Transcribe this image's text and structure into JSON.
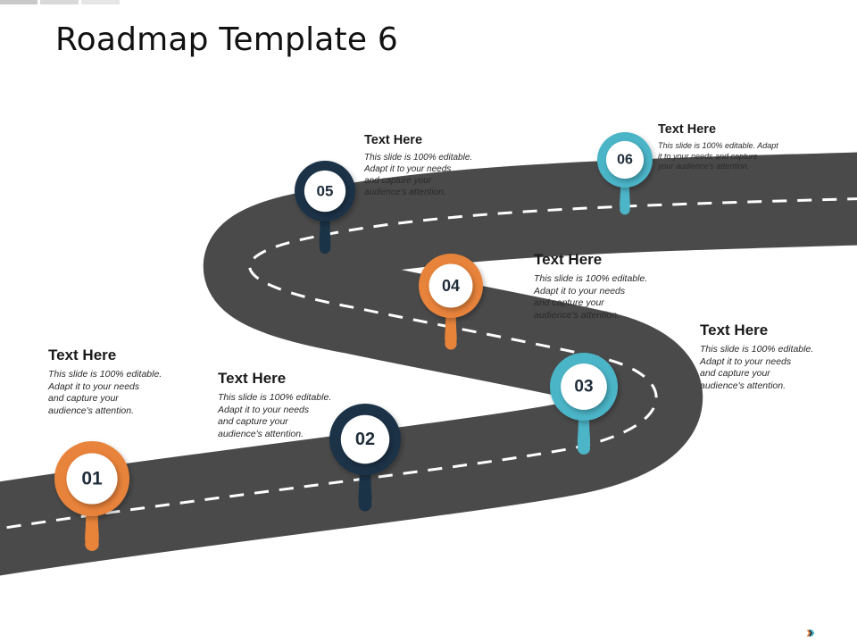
{
  "title": "Roadmap Template 6",
  "colors": {
    "road": "#4a4a4a",
    "road_edge": "#ffffff",
    "orange": "#e8833a",
    "navy": "#1b3347",
    "teal": "#4cb5c8",
    "topbar": "#d3d3d3"
  },
  "milestones": [
    {
      "number": "01",
      "heading": "Text Here",
      "body": [
        "This slide is 100% editable.",
        "Adapt it to your needs",
        "and capture your",
        "audience's attention."
      ],
      "color": "orange"
    },
    {
      "number": "02",
      "heading": "Text Here",
      "body": [
        "This slide is 100% editable.",
        "Adapt it to your needs",
        "and capture your",
        "audience's attention."
      ],
      "color": "navy"
    },
    {
      "number": "03",
      "heading": "Text Here",
      "body": [
        "This slide is 100% editable.",
        "Adapt it to your needs",
        "and capture your",
        "audience's attention."
      ],
      "color": "teal"
    },
    {
      "number": "04",
      "heading": "Text Here",
      "body": [
        "This slide is 100% editable.",
        "Adapt it to your needs",
        "and capture your",
        "audience's attention."
      ],
      "color": "orange"
    },
    {
      "number": "05",
      "heading": "Text Here",
      "body": [
        "This slide is 100% editable.",
        "Adapt it to your needs",
        "and capture your",
        "audience's attention."
      ],
      "color": "navy"
    },
    {
      "number": "06",
      "heading": "Text Here",
      "body": [
        "This slide is 100% editable. Adapt",
        "it to your needs and capture",
        "your audience's attention."
      ],
      "color": "teal"
    }
  ],
  "nav_icon": "double-chevron-right-icon"
}
